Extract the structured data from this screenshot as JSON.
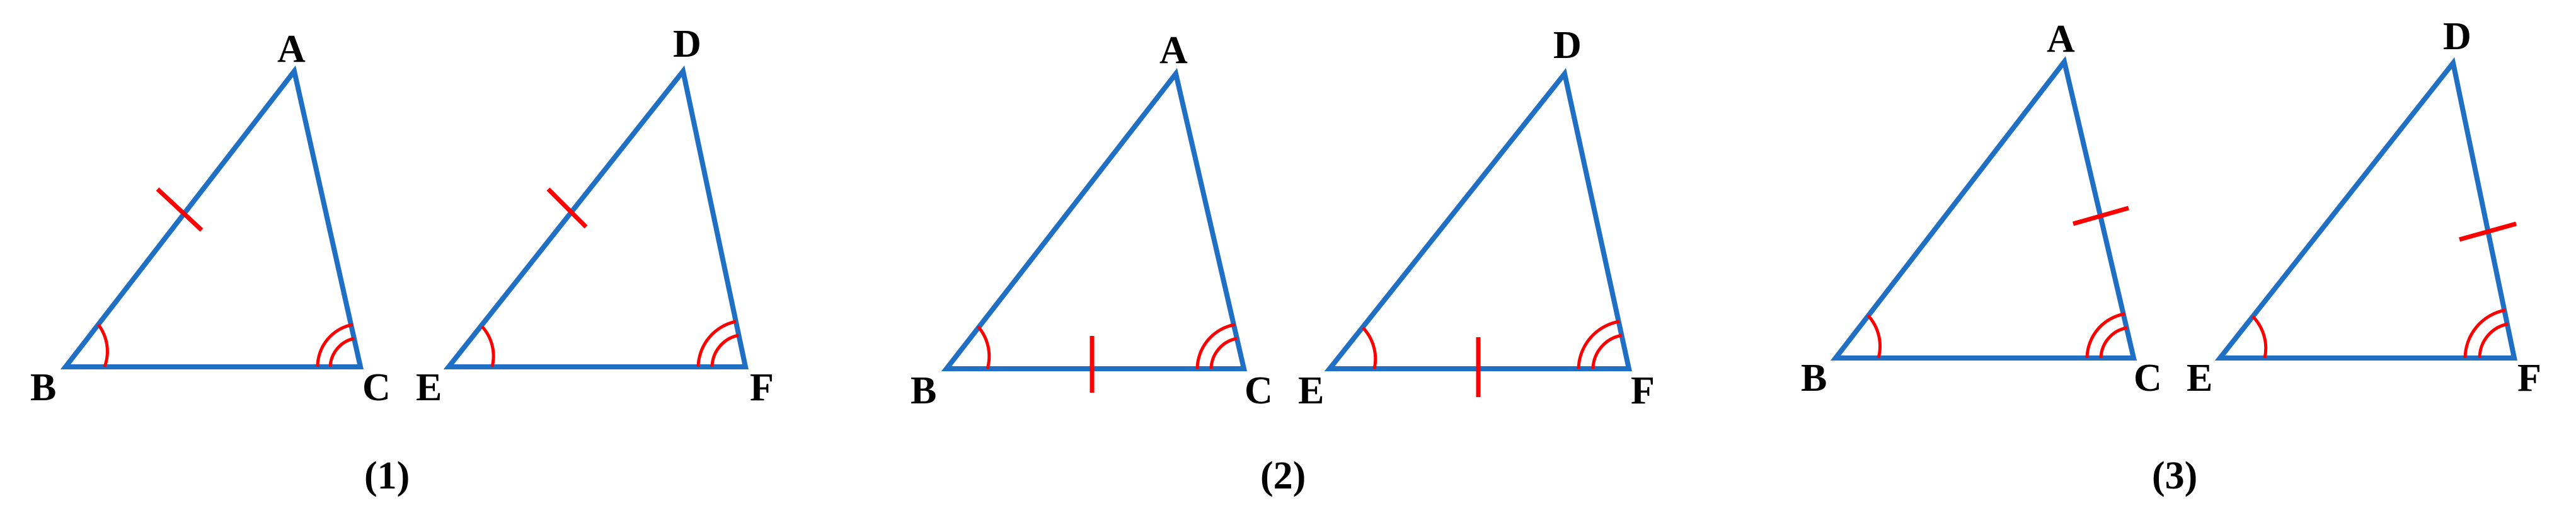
{
  "figures": [
    {
      "caption": "(1)",
      "left": {
        "vertices": [
          "A",
          "B",
          "C"
        ]
      },
      "right": {
        "vertices": [
          "D",
          "E",
          "F"
        ]
      }
    },
    {
      "caption": "(2)",
      "left": {
        "vertices": [
          "A",
          "B",
          "C"
        ]
      },
      "right": {
        "vertices": [
          "D",
          "E",
          "F"
        ]
      }
    },
    {
      "caption": "(3)",
      "left": {
        "vertices": [
          "A",
          "B",
          "C"
        ]
      },
      "right": {
        "vertices": [
          "D",
          "E",
          "F"
        ]
      }
    }
  ],
  "colors": {
    "triangle": "#1f6fc5",
    "marks": "#ff0000",
    "text": "#000000"
  }
}
